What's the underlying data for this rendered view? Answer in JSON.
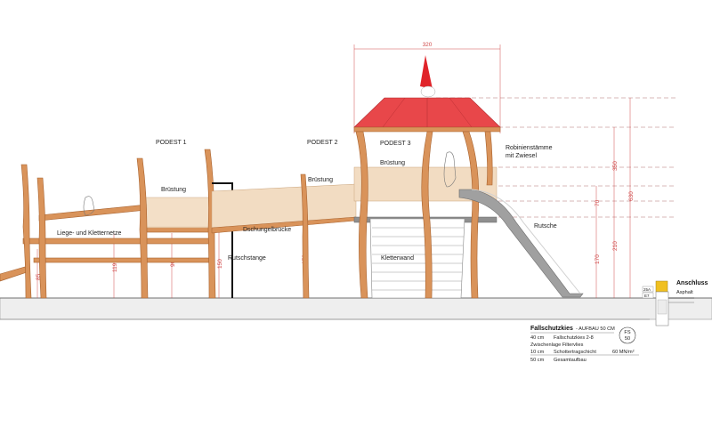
{
  "labels": {
    "podest1": "PODEST 1",
    "podest2": "PODEST 2",
    "podest3": "PODEST 3",
    "bruestung": "Brüstung",
    "robinien_line1": "Robinienstämme",
    "robinien_line2": "mit Zwiesel",
    "liege_kletternetze": "Liege- und Kletternetze",
    "dschungelbruecke": "Dschungelbrücke",
    "rutschstange": "Rutschstange",
    "kletterwand": "Kletterwand",
    "rutsche": "Rutsche",
    "anschluss": "Anschluss",
    "asphalt": "Asphalt"
  },
  "dimensions": {
    "width_top": "320",
    "d85": "85",
    "d119": "119",
    "d90": "90",
    "d150": "150",
    "d170_bridge": "170",
    "d170_tower": "170",
    "d210": "210",
    "d70": "70",
    "d350": "350",
    "d630": "630"
  },
  "legend": {
    "title": "Fallschutzkies",
    "subtitle": "- AUFBAU 50 CM",
    "rows": [
      {
        "depth": "40 cm",
        "text": "Fallschutzkies 2-8",
        "extra": ""
      },
      {
        "depth": "",
        "text": "Zwischenlage Filtervlies",
        "extra": ""
      },
      {
        "depth": "10 cm",
        "text": "Schottertragschicht",
        "extra": "60 MN/m²"
      },
      {
        "depth": "50 cm",
        "text": "Gesamtaufbau",
        "extra": ""
      }
    ],
    "badge_top": "FS",
    "badge_bottom": "50"
  },
  "anschluss_codes": {
    "left_top": "25A",
    "left_bottom": "E7"
  },
  "colors": {
    "timber": "#d9935a",
    "timber_dark": "#a8622e",
    "deck": "#f2dcc2",
    "roof": "#e8474a",
    "gravel": "#ececec",
    "dimension": "#d04a4a",
    "slide": "#9a9a9a",
    "anschluss": "#f0c020"
  }
}
